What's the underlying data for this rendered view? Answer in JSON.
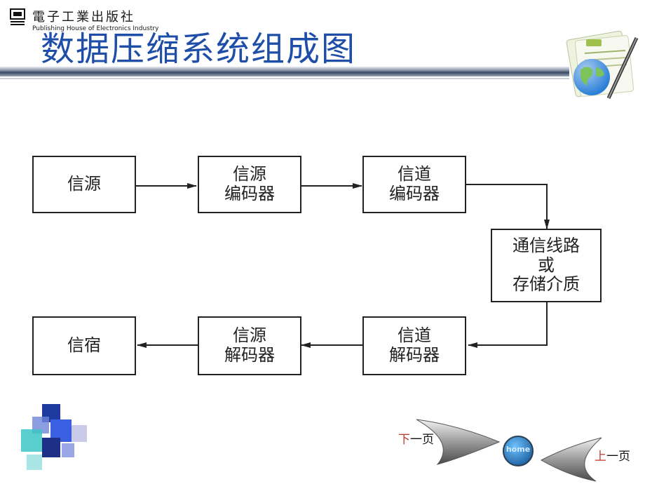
{
  "header": {
    "publisher_cn": "電子工業出版社",
    "publisher_en": "Publishing House of Electronics Industry",
    "title": "数据压缩系统组成图"
  },
  "diagram": {
    "blocks": [
      {
        "id": "source",
        "label": "信源"
      },
      {
        "id": "source-encoder",
        "label": "信源\n编码器"
      },
      {
        "id": "channel-encoder",
        "label": "信道\n编码器"
      },
      {
        "id": "channel",
        "label": "通信线路\n或\n存储介质"
      },
      {
        "id": "channel-decoder",
        "label": "信道\n解码器"
      },
      {
        "id": "source-decoder",
        "label": "信源\n解码器"
      },
      {
        "id": "sink",
        "label": "信宿"
      }
    ]
  },
  "nav": {
    "next_first": "下",
    "next_rest": "一页",
    "home": "home",
    "prev_first": "上",
    "prev_rest": "一页"
  },
  "colors": {
    "title": "#1e4ea8",
    "highlight": "#c0392b"
  },
  "icons": {
    "publisher_logo": "publisher-logo-icon",
    "decor": "html-globe-pen-icon",
    "home": "home-button-icon"
  }
}
